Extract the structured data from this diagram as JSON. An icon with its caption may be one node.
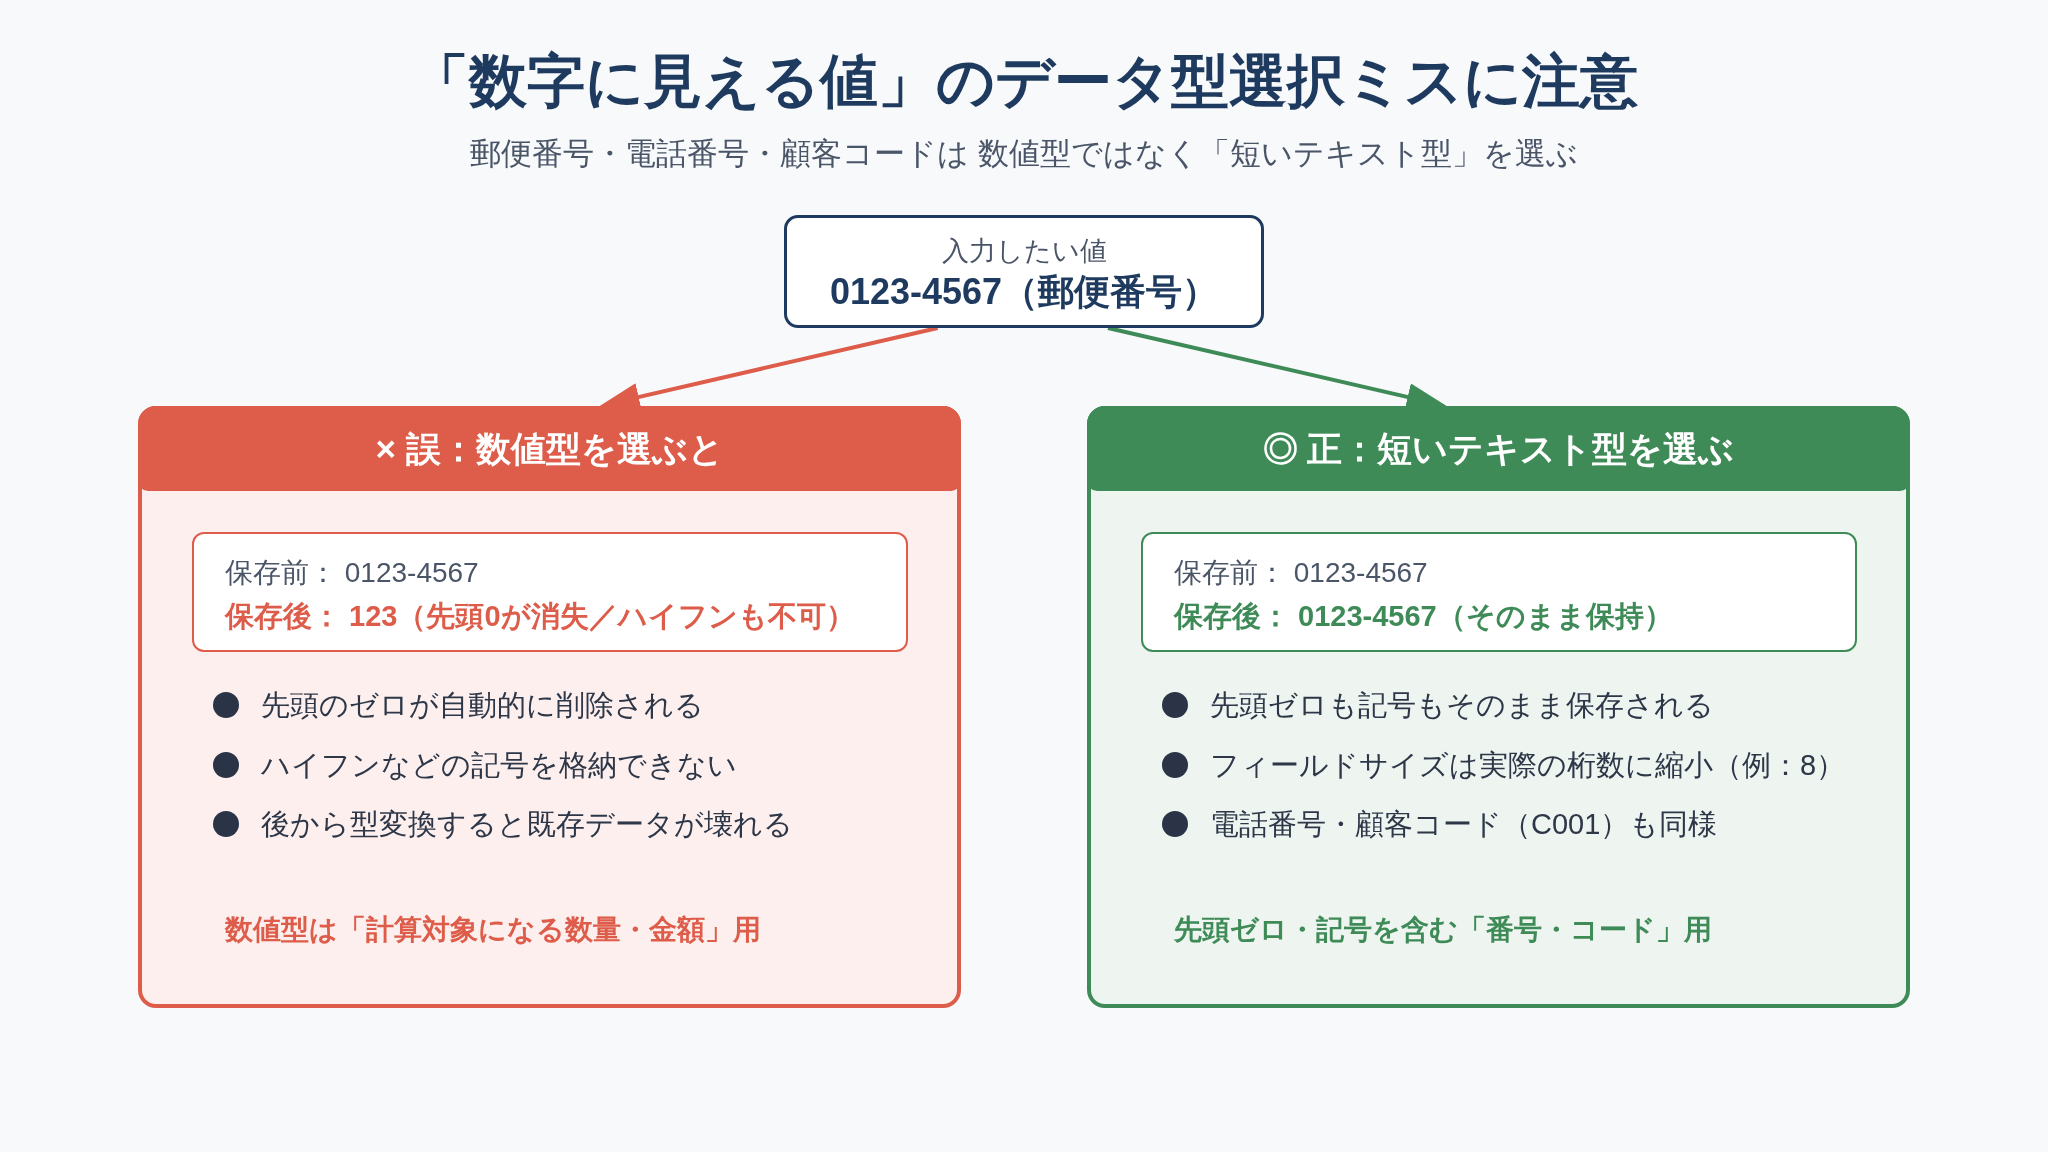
{
  "diagram": {
    "title": "「数字に見える値」のデータ型選択ミスに注意",
    "nodes": [
      {
        "text": [
          "入力したい値",
          "0123-4567（郵便番号）"
        ]
      },
      {
        "text": [
          "× 誤：数値型を選ぶと",
          "先頭のゼロが自動的に削除される",
          "ハイフンなどの記号を格納できない",
          "後から型変換すると既存データが壊れる",
          "数値型は「計算対象になる数量・金額」用"
        ]
      },
      {
        "text": [
          "保存前： 0123-4567",
          "保存後： 123（先頭0が消失／ハイフンも不可）"
        ],
        "in": 1
      },
      {
        "text": [
          "◎ 正：短いテキスト型を選ぶ",
          "先頭ゼロも記号もそのまま保存される",
          "フィールドサイズは実際の桁数に縮小（例：8）",
          "電話番号・顧客コード（C001）も同様",
          "先頭ゼロ・記号を含む「番号・コード」用"
        ]
      },
      {
        "text": [
          "保存前： 0123-4567",
          "保存後： 0123-4567（そのまま保持）"
        ],
        "in": 3
      }
    ],
    "edges": [
      {
        "from": 0,
        "to": 1,
        "arrow": "to",
        "color": "#de5c4a"
      },
      {
        "from": 0,
        "to": 3,
        "arrow": "to",
        "color": "#3f8b58"
      }
    ],
    "labels": [
      "郵便番号・電話番号・顧客コードは 数値型ではなく「短いテキスト型」を選ぶ"
    ]
  }
}
